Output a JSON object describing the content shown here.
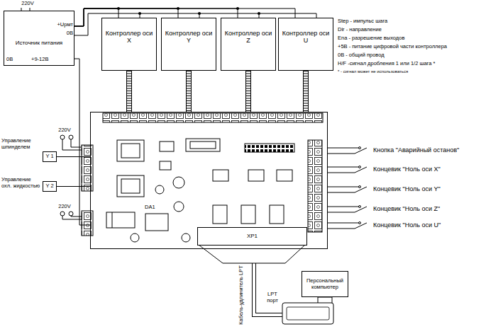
{
  "diagram": {
    "nodes": [
      {
        "text": [
          "Источник питания"
        ]
      },
      {
        "text": [
          "Контроллер оси X"
        ]
      },
      {
        "text": [
          "Контроллер оси Y"
        ]
      },
      {
        "text": [
          "Контроллер оси Z"
        ]
      },
      {
        "text": [
          "Контроллер оси U"
        ]
      },
      {
        "text": [
          "DA1"
        ]
      },
      {
        "text": [
          "XP1"
        ],
        "in": 5
      },
      {
        "text": [
          "Y 1"
        ]
      },
      {
        "text": [
          "Y 2"
        ]
      },
      {
        "text": [
          "Персональный компьютер"
        ]
      }
    ],
    "edges": [
      {
        "from": 0,
        "to": 1,
        "arrow": "none"
      },
      {
        "from": 0,
        "to": 2,
        "arrow": "none"
      },
      {
        "from": 0,
        "to": 3,
        "arrow": "none"
      },
      {
        "from": 0,
        "to": 4,
        "arrow": "none"
      },
      {
        "from": 1,
        "to": 5,
        "arrow": "none"
      },
      {
        "from": 2,
        "to": 5,
        "arrow": "none"
      },
      {
        "from": 3,
        "to": 5,
        "arrow": "none"
      },
      {
        "from": 4,
        "to": 5,
        "arrow": "none"
      },
      {
        "from": 0,
        "to": 5,
        "arrow": "none"
      },
      {
        "from": 7,
        "to": 5,
        "arrow": "none"
      },
      {
        "from": 8,
        "to": 5,
        "arrow": "none"
      },
      {
        "from": 6,
        "to": 9,
        "arrow": "none"
      }
    ],
    "labels": [
      "220V",
      "+Upмт",
      "0В",
      "0В",
      "+9-12В",
      "Step - импульс шага",
      "Dir - направление",
      "Ena - разрешение выходов",
      "+5В - питание цифровой части контроллера",
      "0В - общий провод",
      "H/F -сигнал дробления 1 или 1/2 шага *",
      "* - сигнал может не использоваться",
      "220V",
      "Управление шпинделем",
      "Управление охл. жидкостью",
      "220V",
      "Кнопка \"Аварийный останов\"",
      "Концевик \"Ноль оси X\"",
      "Концевик \"Ноль оси Y\"",
      "Концевик \"Ноль оси Z\"",
      "Концевик \"Ноль оси U\"",
      "Кабель-удлинитель LPT",
      "LPT порт"
    ]
  }
}
